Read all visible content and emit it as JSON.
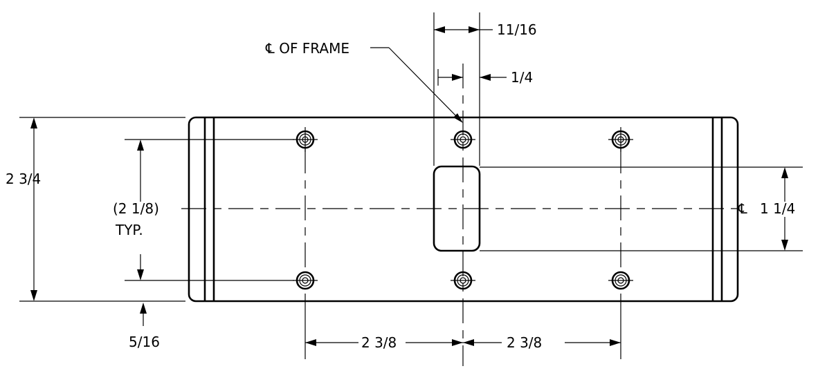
{
  "drawing": {
    "labels": {
      "frame_centerline": "℄ OF FRAME",
      "dim_top_11_16": "11/16",
      "dim_top_1_4": "1/4",
      "dim_overall_height": "2 3/4",
      "dim_hole_spacing_ref": "(2 1/8)",
      "dim_typ": "TYP.",
      "dim_bottom_offset": "5/16",
      "dim_span_left": "2 3/8",
      "dim_span_right": "2 3/8",
      "centerline_symbol": "℄",
      "dim_slot_height": "1 1/4"
    }
  }
}
